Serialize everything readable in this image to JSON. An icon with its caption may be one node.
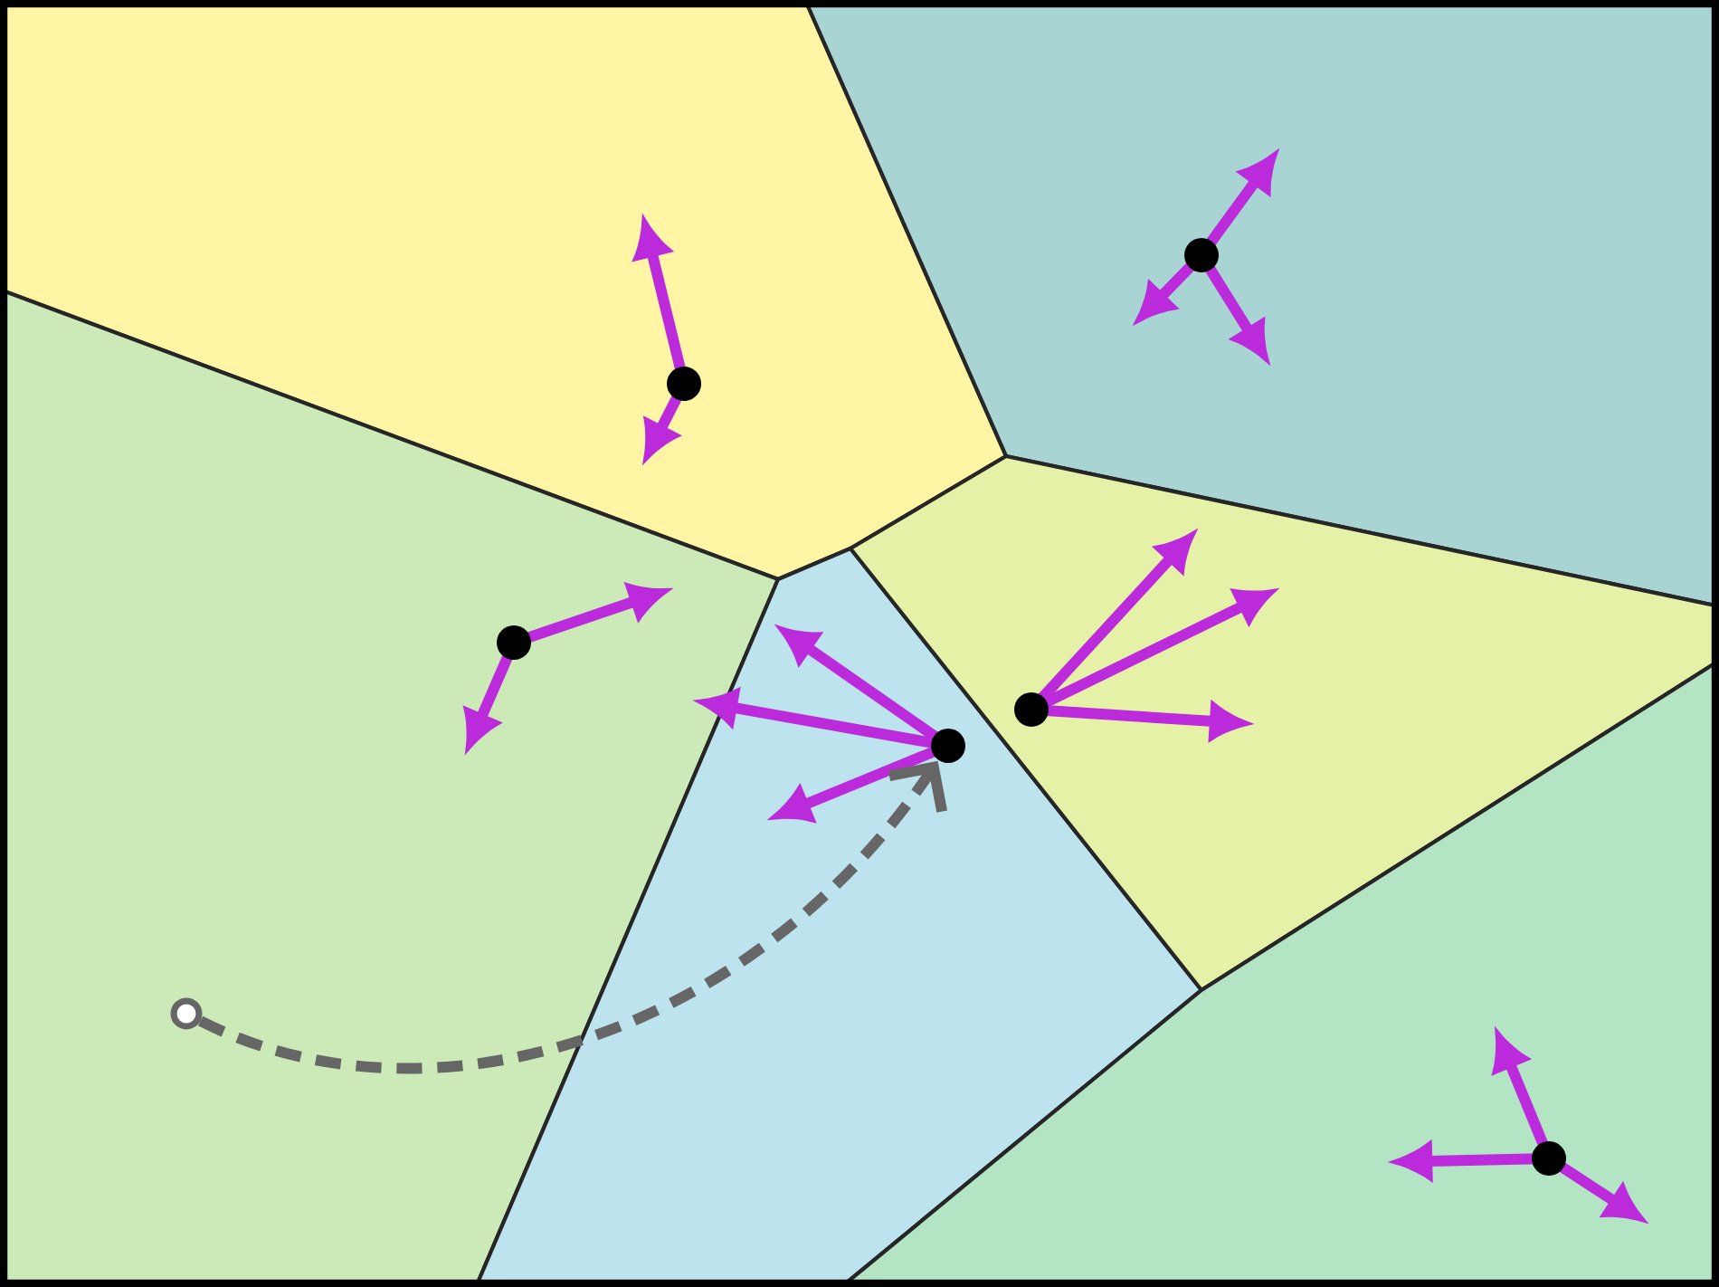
{
  "diagram": {
    "nodes": [
      {
        "text": [],
        "shape": "circle"
      },
      {
        "text": [],
        "shape": "circle"
      },
      {
        "text": [],
        "shape": "circle"
      },
      {
        "text": [],
        "shape": "circle"
      },
      {
        "text": [],
        "shape": "circle"
      },
      {
        "text": [],
        "shape": "circle"
      },
      {
        "text": [],
        "shape": "circle"
      }
    ],
    "edges": [
      {
        "from": 0,
        "to": 3,
        "arrow": "to",
        "style": "dashed"
      }
    ]
  }
}
